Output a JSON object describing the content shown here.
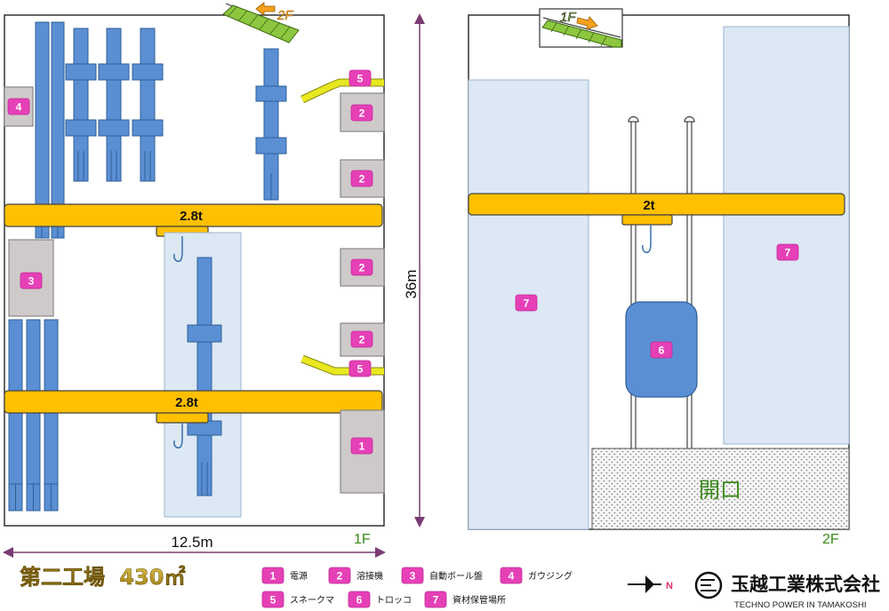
{
  "floor1": {
    "label": "1F",
    "stairs_label": "2F",
    "crane_upper": "2.8t",
    "crane_lower": "2.8t",
    "markers": {
      "power": "1",
      "welders": [
        "2",
        "2",
        "2",
        "2"
      ],
      "drill": "3",
      "gouging": "4",
      "snake": [
        "5",
        "5"
      ]
    },
    "width_dimension": "12.5m",
    "length_dimension": "36m"
  },
  "floor2": {
    "label": "2F",
    "stairs_label": "1F",
    "crane": "2t",
    "markers": {
      "trolley": "6",
      "storage": [
        "7",
        "7"
      ]
    },
    "opening": "開口"
  },
  "title": {
    "name": "第二工場",
    "area": "430㎡"
  },
  "legend": [
    {
      "num": "1",
      "label": "電源"
    },
    {
      "num": "2",
      "label": "溶接機"
    },
    {
      "num": "3",
      "label": "自動ボール盤"
    },
    {
      "num": "4",
      "label": "ガウジング"
    },
    {
      "num": "5",
      "label": "スネークマ"
    },
    {
      "num": "6",
      "label": "トロッコ"
    },
    {
      "num": "7",
      "label": "資材保管場所"
    }
  ],
  "compass": {
    "letter": "N"
  },
  "company": {
    "name": "玉越工業株式会社",
    "tagline": "TECHNO POWER IN TAMAKOSHI"
  },
  "colors": {
    "marker": "#e640b7",
    "crane": "#ffc000",
    "beam": "#5b8fd3",
    "storage_area": "#dce8f4",
    "equipment_box": "#cfcaca",
    "snake": "#e8e820",
    "stairs": "#8dc63f",
    "floor_label": "#3a8a1a",
    "dimension_line": "#7b3b74",
    "title": "#c9a227"
  }
}
